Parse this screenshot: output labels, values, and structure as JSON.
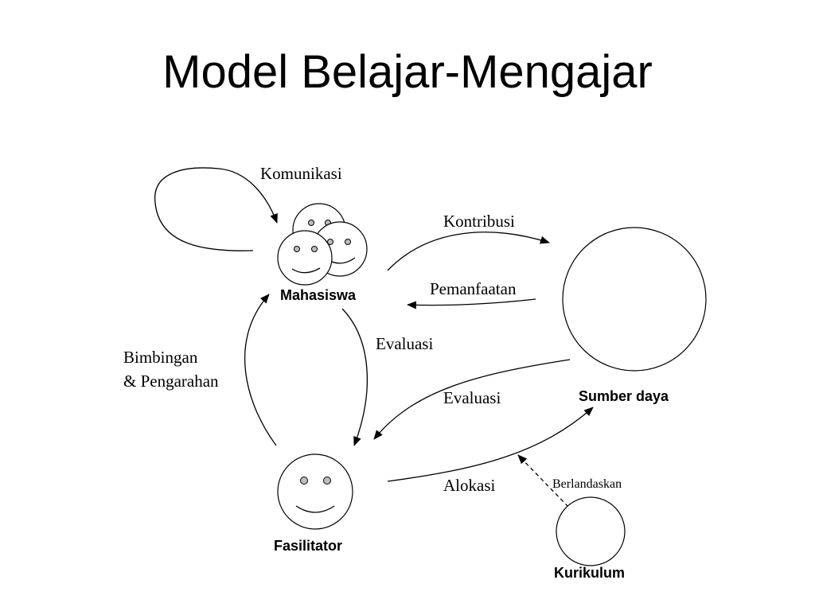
{
  "title": "Model Belajar-Mengajar",
  "labels": {
    "komunikasi": "Komunikasi",
    "kontribusi": "Kontribusi",
    "pemanfaatan": "Pemanfaatan",
    "evaluasi_left": "Evaluasi",
    "evaluasi_right": "Evaluasi",
    "bimbingan_line1": "Bimbingan",
    "bimbingan_line2": "& Pengarahan",
    "alokasi": "Alokasi",
    "berlandaskan": "Berlandaskan"
  },
  "nodes": {
    "mahasiswa": "Mahasiswa",
    "sumber_daya": "Sumber daya",
    "fasilitator": "Fasilitator",
    "kurikulum": "Kurikulum"
  }
}
